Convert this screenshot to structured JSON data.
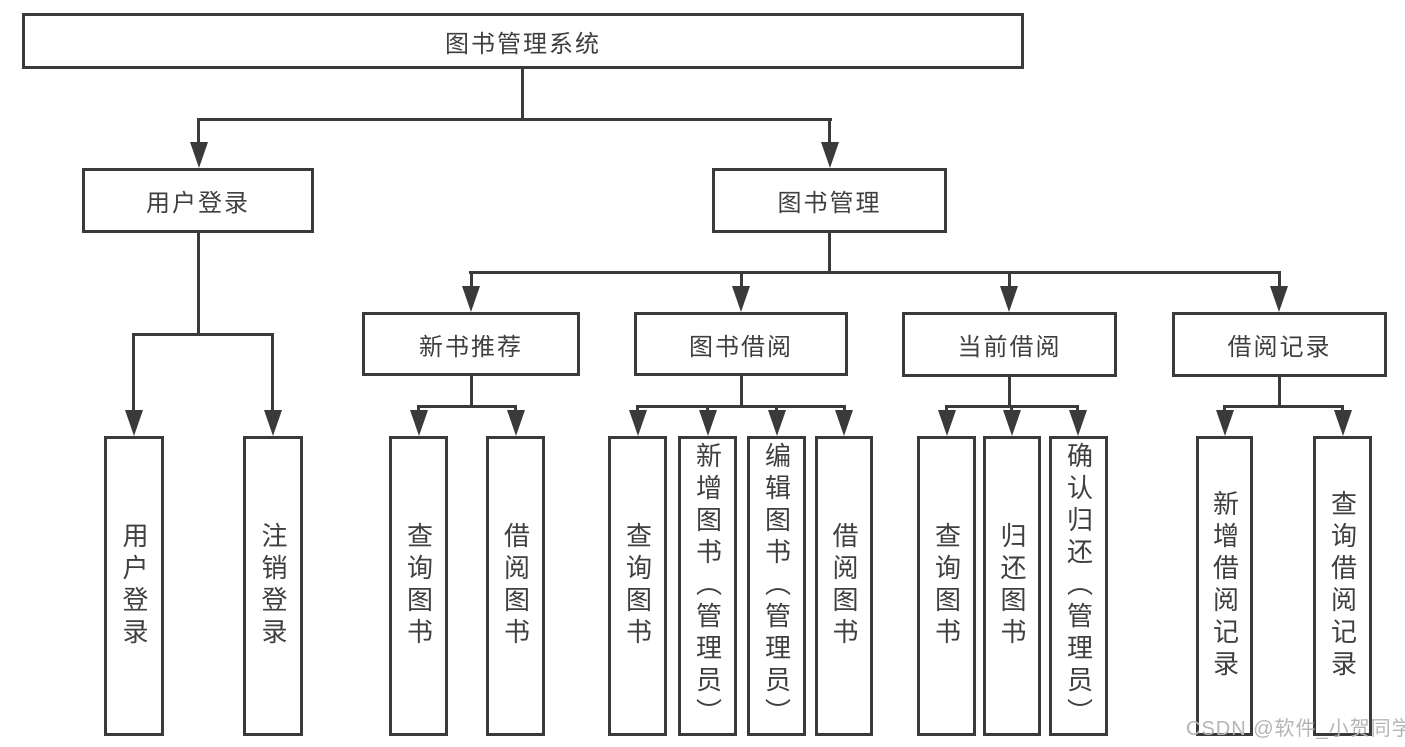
{
  "diagram": {
    "root": {
      "label": "图书管理系统"
    },
    "user_login": {
      "label": "用户登录"
    },
    "book_mgmt": {
      "label": "图书管理"
    },
    "modules": {
      "new_book": {
        "label": "新书推荐"
      },
      "borrow": {
        "label": "图书借阅"
      },
      "current": {
        "label": "当前借阅"
      },
      "records": {
        "label": "借阅记录"
      }
    },
    "leaves": {
      "user_login": {
        "label": "用户登录"
      },
      "logout": {
        "label": "注销登录"
      },
      "nb_query": {
        "label": "查询图书"
      },
      "nb_borrow": {
        "label": "借阅图书"
      },
      "bb_query": {
        "label": "查询图书"
      },
      "bb_add": {
        "label": "新增图书（管理员）"
      },
      "bb_edit": {
        "label": "编辑图书（管理员）"
      },
      "bb_borrow": {
        "label": "借阅图书"
      },
      "cb_query": {
        "label": "查询图书"
      },
      "cb_return": {
        "label": "归还图书"
      },
      "cb_confirm": {
        "label": "确认归还（管理员）"
      },
      "br_add": {
        "label": "新增借阅记录"
      },
      "br_query": {
        "label": "查询借阅记录"
      }
    }
  },
  "watermark": {
    "text": "CSDN @软件_小贺同学"
  },
  "colors": {
    "line": "#3a3a3a",
    "text": "#3f3f3f",
    "watermark": "#b5b5b5",
    "background": "#ffffff"
  }
}
